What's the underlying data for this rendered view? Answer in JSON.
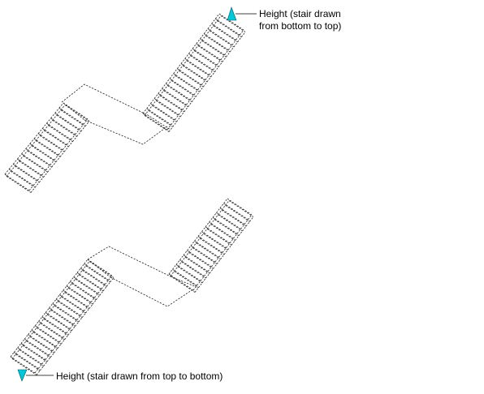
{
  "annotations": {
    "top_line1": "Height (stair drawn",
    "top_line2": "from bottom to top)",
    "bottom": "Height (stair drawn from top to bottom)"
  },
  "colors": {
    "grip_fill": "#00c8d8",
    "grip_stroke": "#005a66",
    "line": "#222222",
    "leader": "#000000"
  },
  "icons": {
    "grip": "triangle-grip-icon"
  }
}
